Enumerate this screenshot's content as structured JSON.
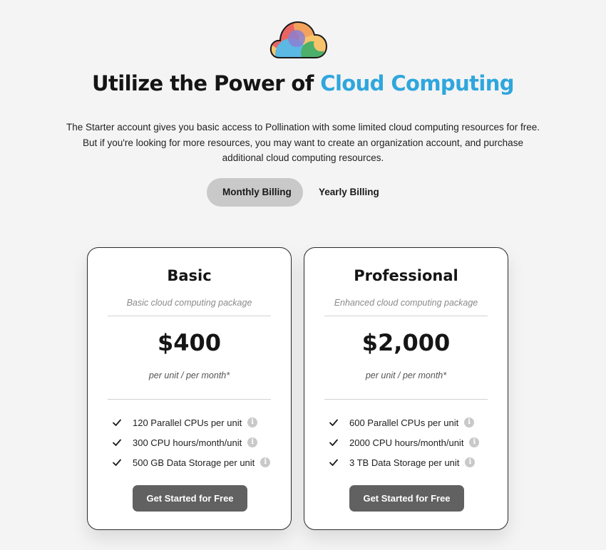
{
  "header": {
    "logo_icon": "cloud-logo-icon",
    "title_prefix": "Utilize the Power of ",
    "title_accent": "Cloud Computing",
    "accent_color": "#2fa6dd",
    "intro_lines": [
      "The Starter account gives you basic access to Pollination with some limited cloud computing resources for free.",
      "But if you're looking for more resources, you may want to create an organization account, and purchase",
      "additional cloud computing resources."
    ]
  },
  "billing_toggle": {
    "options": [
      "Monthly Billing",
      "Yearly Billing"
    ],
    "selected": "Monthly Billing"
  },
  "plans": [
    {
      "name": "Basic",
      "subtitle": "Basic cloud computing package",
      "price": "$400",
      "price_unit": "per unit / per month*",
      "features": [
        {
          "text": "120 Parallel CPUs per unit",
          "icon": "check-icon",
          "info_icon": "info-icon"
        },
        {
          "text": "300 CPU hours/month/unit",
          "icon": "check-icon",
          "info_icon": "info-icon"
        },
        {
          "text": "500 GB Data Storage per unit",
          "icon": "check-icon",
          "info_icon": "info-icon"
        }
      ],
      "cta_label": "Get Started for Free"
    },
    {
      "name": "Professional",
      "subtitle": "Enhanced cloud computing package",
      "price": "$2,000",
      "price_unit": "per unit / per month*",
      "features": [
        {
          "text": "600 Parallel CPUs per unit",
          "icon": "check-icon",
          "info_icon": "info-icon"
        },
        {
          "text": "2000 CPU hours/month/unit",
          "icon": "check-icon",
          "info_icon": "info-icon"
        },
        {
          "text": "3 TB Data Storage per unit",
          "icon": "check-icon",
          "info_icon": "info-icon"
        }
      ],
      "cta_label": "Get Started for Free"
    }
  ],
  "colors": {
    "background": "#f4f4f4",
    "button": "#616161",
    "toggle_active": "#c9c9c9"
  }
}
